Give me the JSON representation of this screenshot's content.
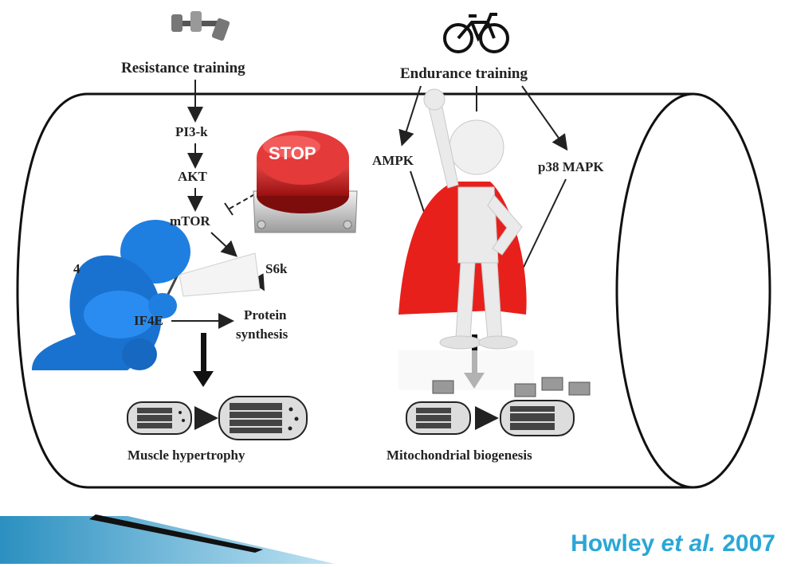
{
  "labels": {
    "resistance": "Resistance training",
    "endurance": "Endurance training",
    "pi3k": "PI3-k",
    "akt": "AKT",
    "mtor": "mTOR",
    "s6k": "S6k",
    "eif": "IF4E",
    "eif_left": "4",
    "protein_1": "Protein",
    "protein_2": "synthesis",
    "ampk": "AMPK",
    "p38": "p38 MAPK",
    "hypertrophy": "Muscle hypertrophy",
    "biogenesis": "Mitochondrial biogenesis",
    "stop": "STOP"
  },
  "citation": {
    "author": "Howley",
    "etal": "et al.",
    "year": "2007"
  },
  "colors": {
    "citation": "#2aa7d6",
    "stop_red": "#c8201f",
    "blue_figure": "#1e7fe0",
    "cape_red": "#e8201c",
    "footer_blue": "#3aa0c8"
  },
  "icons": [
    "dumbbell-icon",
    "bicycle-icon",
    "stop-button-icon",
    "blue-figure-icon",
    "superhero-figure-icon",
    "white-flag-icon",
    "muscle-fiber-icon",
    "mitochondria-icon"
  ]
}
